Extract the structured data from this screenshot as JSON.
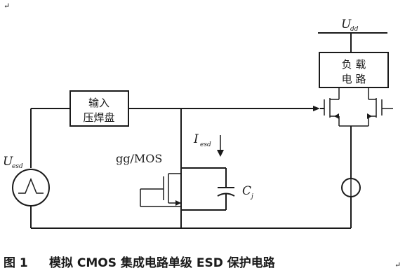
{
  "labels": {
    "supply_main": "U",
    "supply_sub": "dd",
    "source_main": "U",
    "source_sub": "esd",
    "current_main": "I",
    "current_sub": "esd",
    "device": "gg/MOS",
    "cap_main": "C",
    "cap_sub": "j"
  },
  "boxes": {
    "load_line1": "负 载",
    "load_line2": "电 路",
    "pad_line1": "输入",
    "pad_line2": "压焊盘"
  },
  "caption": {
    "fig": "图 1",
    "text": "模拟 CMOS 集成电路单级 ESD 保护电路"
  },
  "marks": {
    "corner_left": "↵",
    "corner_right": "↵"
  }
}
